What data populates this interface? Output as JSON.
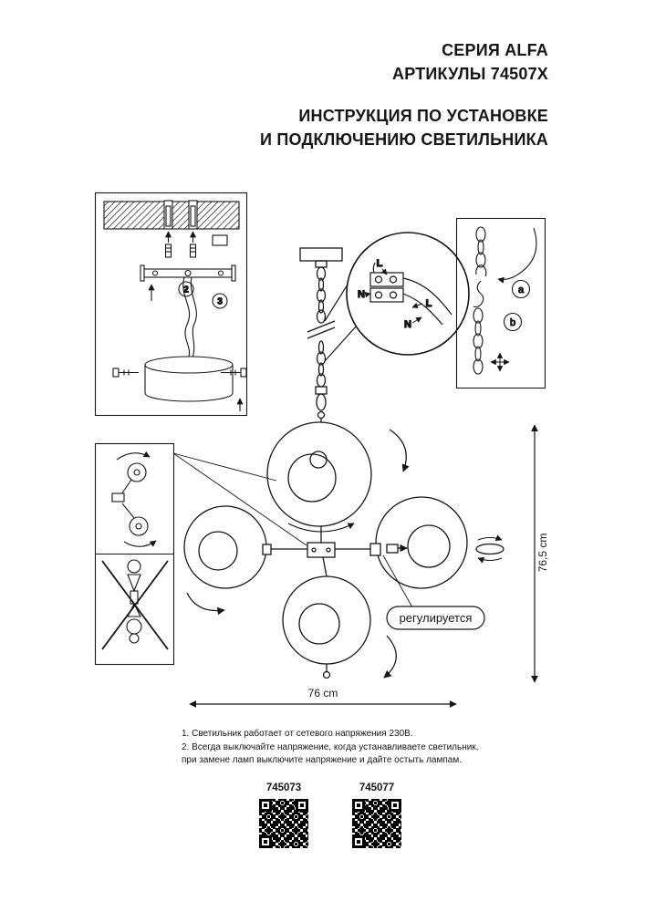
{
  "header": {
    "series": "СЕРИЯ ALFA",
    "articles": "АРТИКУЛЫ 74507X",
    "instruction_line1": "ИНСТРУКЦИЯ ПО УСТАНОВКЕ",
    "instruction_line2": "И ПОДКЛЮЧЕНИЮ СВЕТИЛЬНИКА"
  },
  "mounting_panel": {
    "step_2": "2",
    "step_3": "3"
  },
  "wiring_panel": {
    "block_l": "L",
    "block_n": "N",
    "wire_l": "L",
    "wire_n": "N"
  },
  "chain_panel": {
    "option_a": "a",
    "option_b": "b"
  },
  "dimensions": {
    "height_label": "76,5 cm",
    "width_label": "76 cm"
  },
  "callout": {
    "adjustable": "регулируется"
  },
  "notes": {
    "line1": "1. Светильник работает от сетевого напряжения 230В.",
    "line2": "2. Всегда выключайте напряжение, когда устанавливаете светильник,",
    "line3": "при замене ламп выключите напряжение и дайте остыть лампам."
  },
  "qr_codes": {
    "left_label": "745073",
    "right_label": "745077"
  },
  "colors": {
    "ink": "#161616",
    "paper": "#ffffff"
  }
}
